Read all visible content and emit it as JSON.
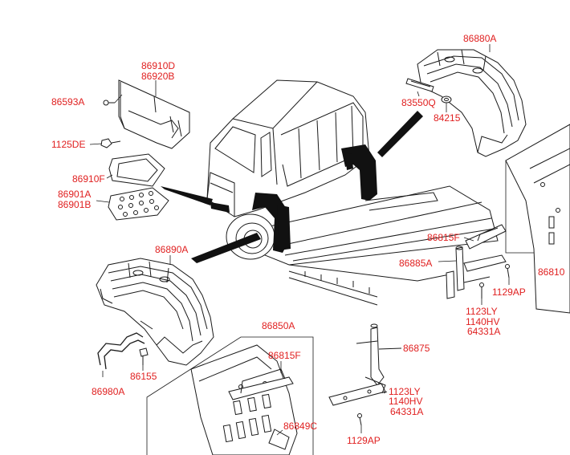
{
  "colors": {
    "label": "#e02020",
    "line": "#1a1a1a"
  },
  "labels": {
    "p86910D": "86910D",
    "p86920B": "86920B",
    "p86593A": "86593A",
    "p1125DE": "1125DE",
    "p86910F": "86910F",
    "p86901A": "86901A",
    "p86901B": "86901B",
    "p86890A": "86890A",
    "p86980A": "86980A",
    "p86155": "86155",
    "p86850A": "86850A",
    "p86815F_bottom": "86815F",
    "p86849C": "86849C",
    "p1129AP_bottom": "1129AP",
    "p86875": "86875",
    "p1123LY_bottom": "1123LY",
    "p1140HV_bottom": "1140HV",
    "p64331A_bottom": "64331A",
    "p86880A": "86880A",
    "p83550Q": "83550Q",
    "p84215": "84215",
    "p86815F_right": "86815F",
    "p86885A": "86885A",
    "p1129AP_right": "1129AP",
    "p1123LY_right": "1123LY",
    "p1140HV_right": "1140HV",
    "p64331A_right": "64331A",
    "p86810": "86810"
  }
}
